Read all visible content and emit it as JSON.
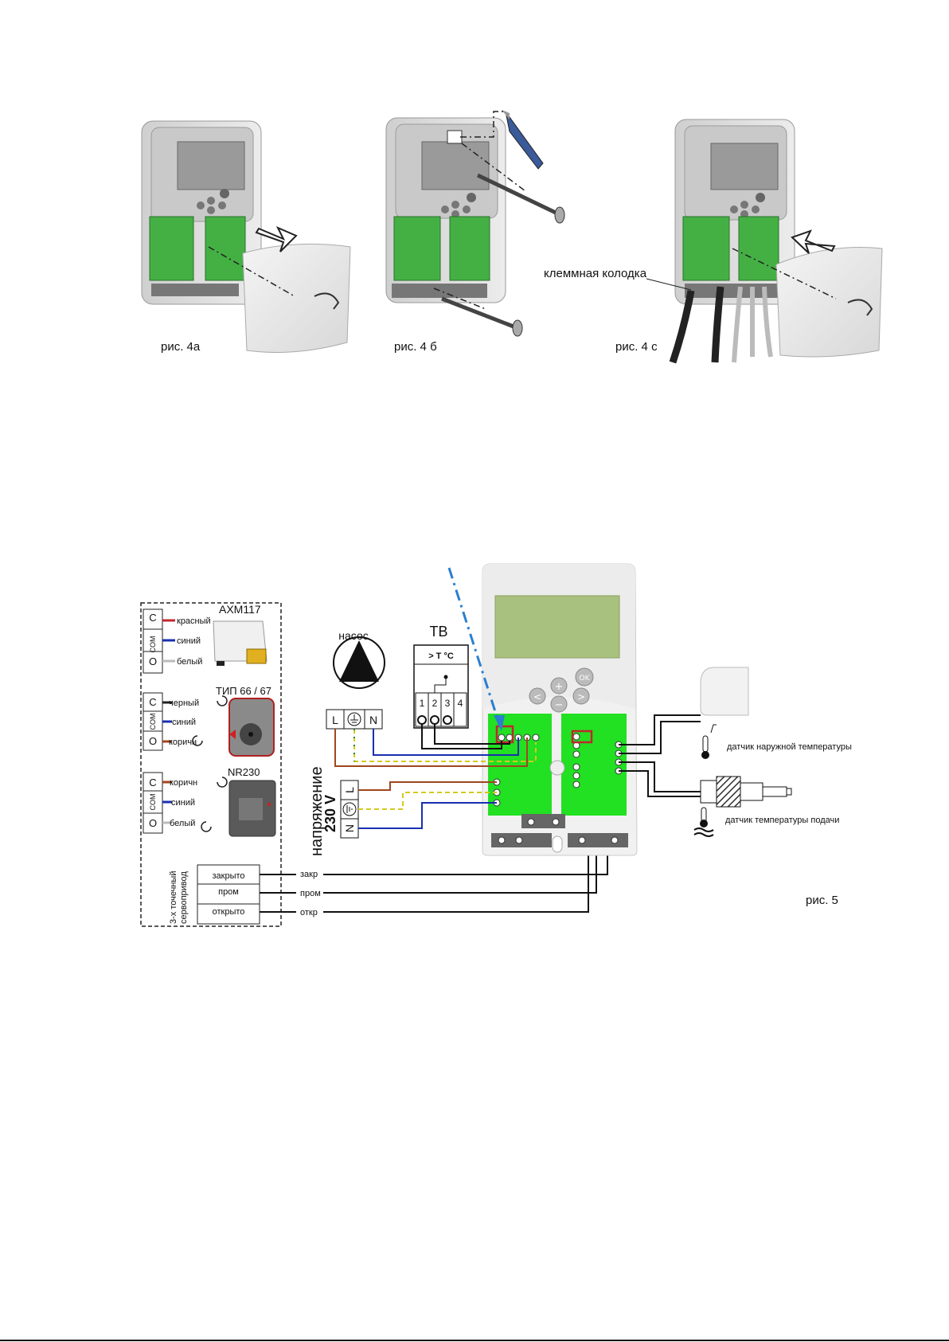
{
  "figure4": {
    "captions": [
      "рис. 4а",
      "рис. 4 б",
      "рис. 4 с"
    ],
    "terminal_block_label": "клеммная колодка"
  },
  "figure5": {
    "caption": "рис. 5",
    "pump_label": "насос",
    "tb_label": "ТВ",
    "tb_inner": "> T °C",
    "tb_terminals": [
      "1",
      "2",
      "3",
      "4"
    ],
    "power_terminal_labels": [
      "L",
      "N"
    ],
    "mains_label_line1": "напряжение",
    "mains_label_line2": "230 V",
    "mains_terminals": [
      "L",
      "N"
    ],
    "actuators": [
      {
        "name": "AXM117",
        "rows": [
          {
            "term": "C",
            "wire": "красный"
          },
          {
            "term": "COM",
            "wire": "синий"
          },
          {
            "term": "O",
            "wire": "белый"
          }
        ]
      },
      {
        "name": "ТИП 66 / 67",
        "rows": [
          {
            "term": "C",
            "wire": "черный"
          },
          {
            "term": "COM",
            "wire": "синий"
          },
          {
            "term": "O",
            "wire": "коричн"
          }
        ]
      },
      {
        "name": "NR230",
        "rows": [
          {
            "term": "C",
            "wire": "коричн"
          },
          {
            "term": "COM",
            "wire": "синий"
          },
          {
            "term": "O",
            "wire": "белый"
          }
        ]
      }
    ],
    "servo_label_line1": "3-х точечный",
    "servo_label_line2": "сервопривод",
    "servo_rows": [
      {
        "box": "закрыто",
        "wire": "закр"
      },
      {
        "box": "пром",
        "wire": "пром"
      },
      {
        "box": "открыто",
        "wire": "откр"
      }
    ],
    "outdoor_sensor_label": "датчик наружной температуры",
    "supply_sensor_label": "датчик температуры подачи",
    "colors": {
      "green_board": "#22e022",
      "lcd": "#a9c17e",
      "red": "#c0282d",
      "blue": "#1a2fb0",
      "brown": "#a0461e",
      "yellow": "#d6c81a",
      "dash_blue": "#2a7fd0"
    }
  }
}
